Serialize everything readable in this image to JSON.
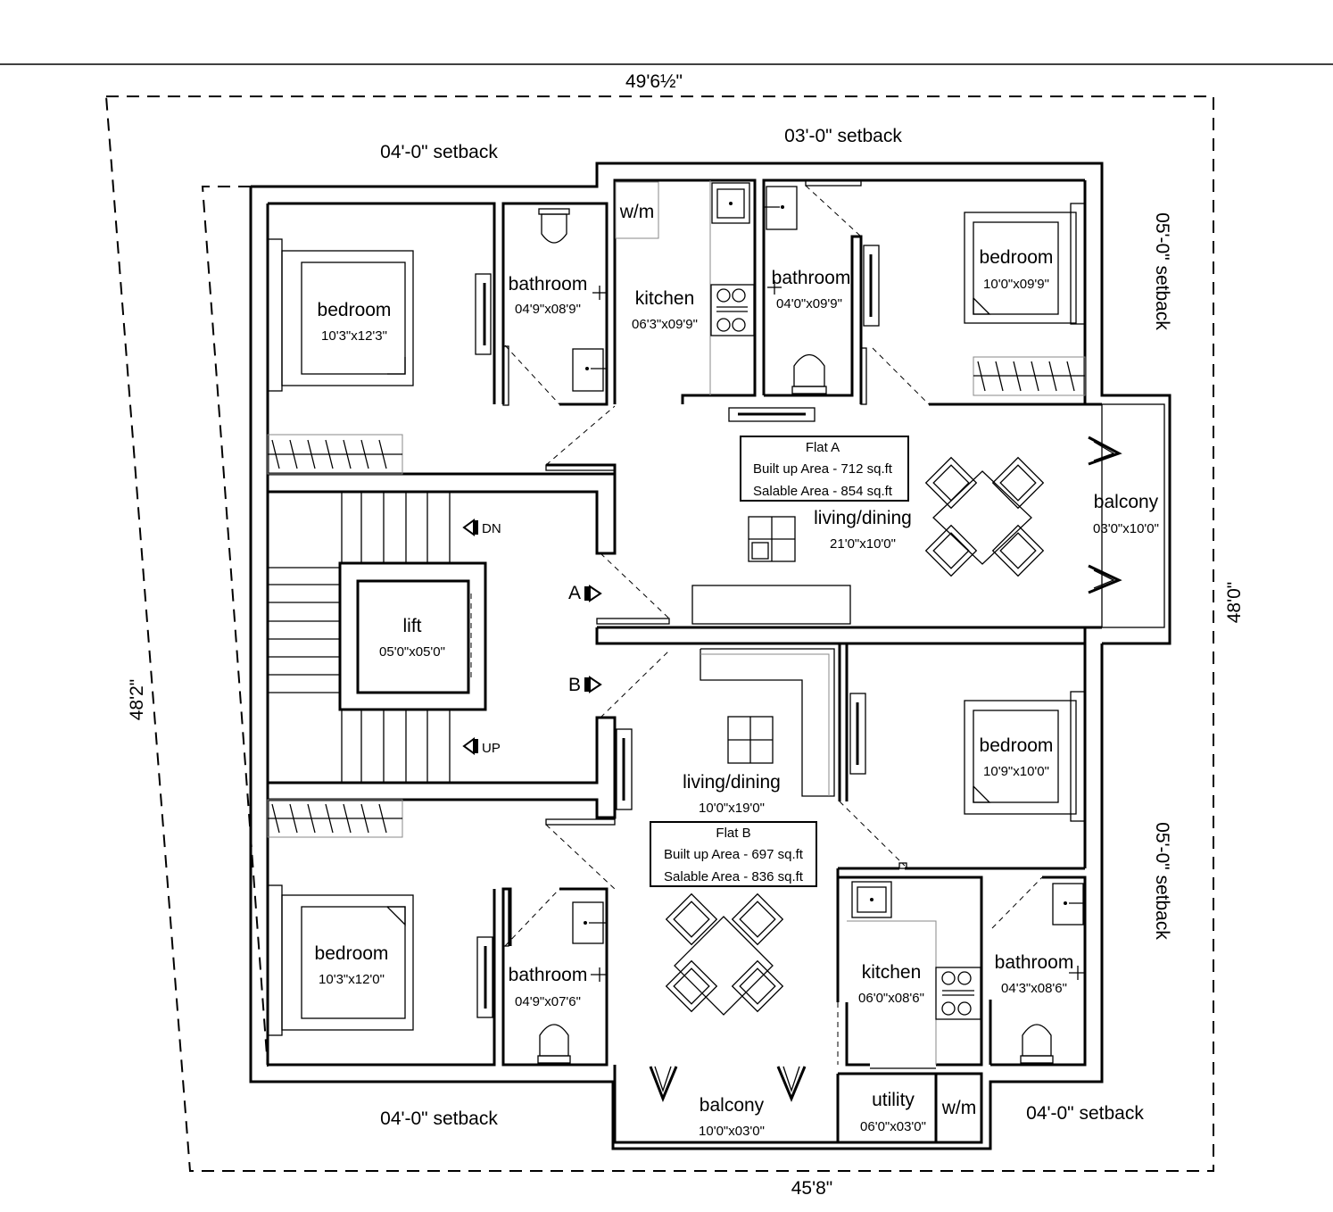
{
  "plot": {
    "top_dim": "49'6½\"",
    "bottom_dim": "45'8\"",
    "left_dim": "48'2\"",
    "right_dim": "48'0\""
  },
  "setbacks": {
    "top_left": "04'-0\" setback",
    "top_right": "03'-0\" setback",
    "right_top": "05'-0\" setback",
    "right_bottom": "05'-0\" setback",
    "bottom_left": "04'-0\" setback",
    "bottom_right": "04'-0\" setback"
  },
  "flat_a": {
    "name": "Flat A",
    "built_up": "Built up Area - 712 sq.ft",
    "salable": "Salable Area - 854 sq.ft",
    "rooms": {
      "bedroom1": {
        "name": "bedroom",
        "size": "10'3\"x12'3\""
      },
      "bathroom1": {
        "name": "bathroom",
        "size": "04'9\"x08'9\""
      },
      "wm": {
        "name": "w/m"
      },
      "kitchen": {
        "name": "kitchen",
        "size": "06'3\"x09'9\""
      },
      "bathroom2": {
        "name": "bathroom",
        "size": "04'0\"x09'9\""
      },
      "bedroom2": {
        "name": "bedroom",
        "size": "10'0\"x09'9\""
      },
      "living": {
        "name": "living/dining",
        "size": "21'0\"x10'0\""
      },
      "balcony": {
        "name": "balcony",
        "size": "03'0\"x10'0\""
      }
    }
  },
  "flat_b": {
    "name": "Flat B",
    "built_up": "Built up Area - 697 sq.ft",
    "salable": "Salable Area - 836 sq.ft",
    "rooms": {
      "bedroom1": {
        "name": "bedroom",
        "size": "10'3\"x12'0\""
      },
      "bathroom1": {
        "name": "bathroom",
        "size": "04'9\"x07'6\""
      },
      "living": {
        "name": "living/dining",
        "size": "10'0\"x19'0\""
      },
      "bedroom2": {
        "name": "bedroom",
        "size": "10'9\"x10'0\""
      },
      "kitchen": {
        "name": "kitchen",
        "size": "06'0\"x08'6\""
      },
      "bathroom2": {
        "name": "bathroom",
        "size": "04'3\"x08'6\""
      },
      "balcony": {
        "name": "balcony",
        "size": "10'0\"x03'0\""
      },
      "utility": {
        "name": "utility",
        "size": "06'0\"x03'0\""
      },
      "wm": {
        "name": "w/m"
      }
    }
  },
  "common": {
    "lift": {
      "name": "lift",
      "size": "05'0\"x05'0\""
    },
    "stair_down": "DN",
    "stair_up": "UP",
    "entry_a": "A",
    "entry_b": "B"
  }
}
